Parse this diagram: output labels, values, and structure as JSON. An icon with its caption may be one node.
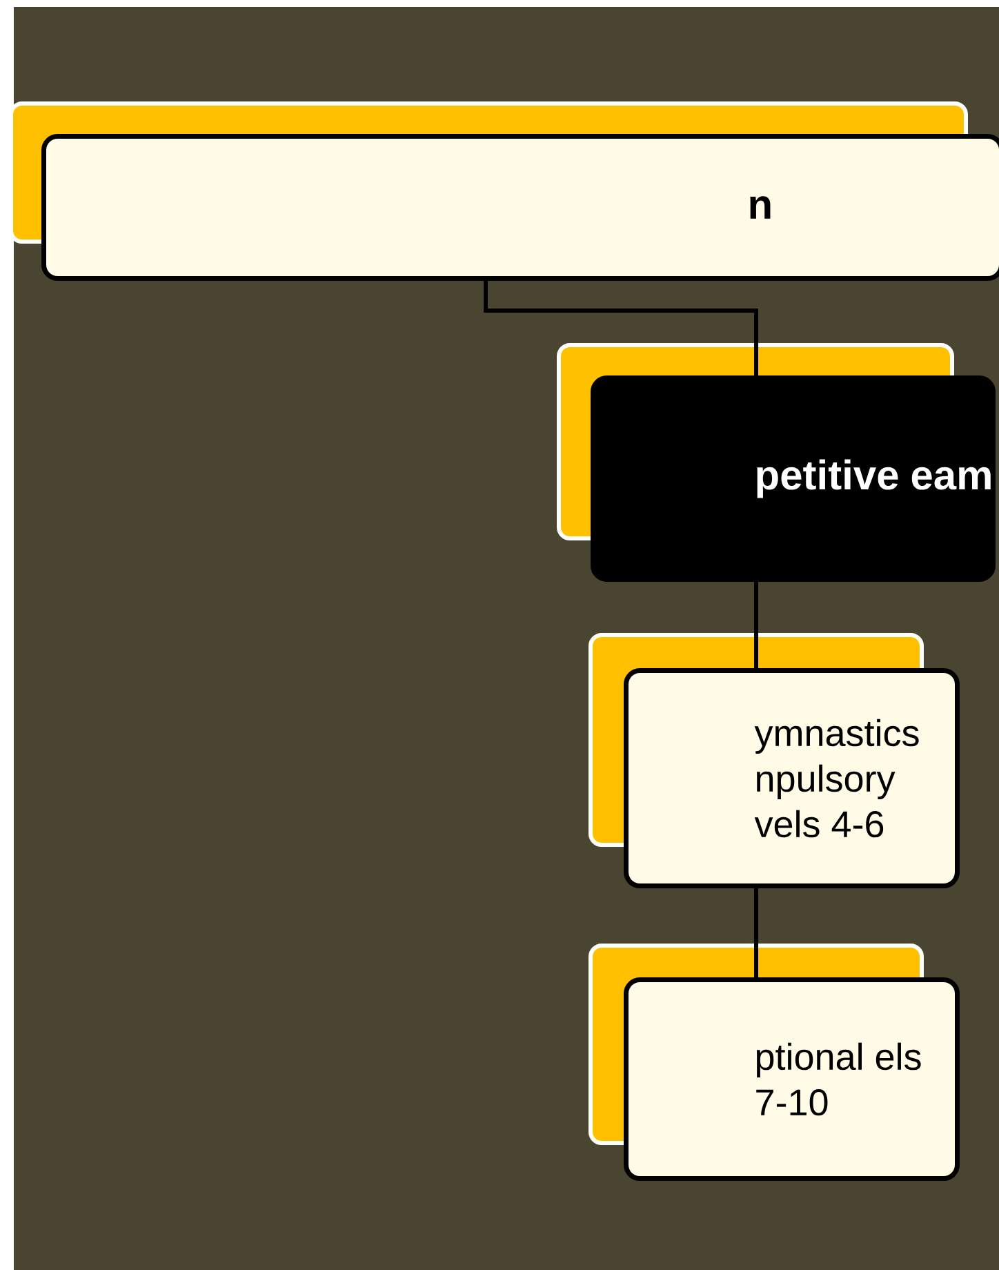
{
  "diagram": {
    "nodes": [
      {
        "text": [
          "n"
        ]
      },
      {
        "text": [
          "petitive eam"
        ]
      },
      {
        "text": [
          "ymnastics npulsory vels 4-6"
        ]
      },
      {
        "text": [
          "ptional els 7-10"
        ]
      }
    ],
    "edges": [
      {
        "from": 0,
        "to": 1,
        "arrow": "none"
      },
      {
        "from": 1,
        "to": 2,
        "arrow": "none"
      },
      {
        "from": 2,
        "to": 3,
        "arrow": "none"
      }
    ]
  }
}
